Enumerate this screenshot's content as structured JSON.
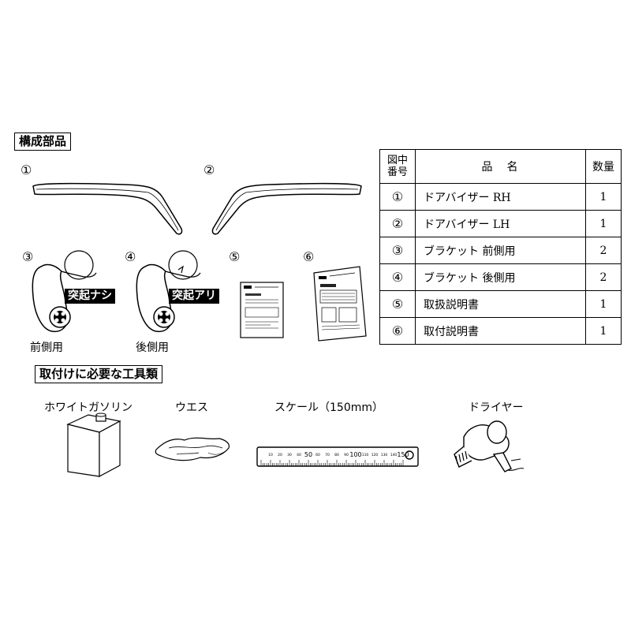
{
  "components": {
    "section_title": "構成部品",
    "num1": "①",
    "num2": "②",
    "num3": "③",
    "num4": "④",
    "num5": "⑤",
    "num6": "⑥",
    "front_caption": "前側用",
    "rear_caption": "後側用",
    "front_tag": "突起ナシ",
    "rear_tag": "突起アリ"
  },
  "parts_table": {
    "header_no_line1": "図中",
    "header_no_line2": "番号",
    "header_name": "品　名",
    "header_qty": "数量",
    "rows": [
      {
        "no": "①",
        "name": "ドアバイザー RH",
        "qty": "1"
      },
      {
        "no": "②",
        "name": "ドアバイザー LH",
        "qty": "1"
      },
      {
        "no": "③",
        "name": "ブラケット 前側用",
        "qty": "2"
      },
      {
        "no": "④",
        "name": "ブラケット 後側用",
        "qty": "2"
      },
      {
        "no": "⑤",
        "name": "取扱説明書",
        "qty": "1"
      },
      {
        "no": "⑥",
        "name": "取付説明書",
        "qty": "1"
      }
    ]
  },
  "tools": {
    "section_title": "取付けに必要な工具類",
    "items": [
      {
        "label": "ホワイトガソリン",
        "icon": "gasoline-can-icon"
      },
      {
        "label": "ウエス",
        "icon": "cloth-icon"
      },
      {
        "label": "スケール（150mm）",
        "icon": "ruler-icon"
      },
      {
        "label": "ドライヤー",
        "icon": "hair-dryer-icon"
      }
    ],
    "ruler_ticks": [
      "10",
      "20",
      "30",
      "40",
      "50",
      "60",
      "70",
      "80",
      "90",
      "100",
      "110",
      "120",
      "130",
      "140",
      "150"
    ]
  }
}
